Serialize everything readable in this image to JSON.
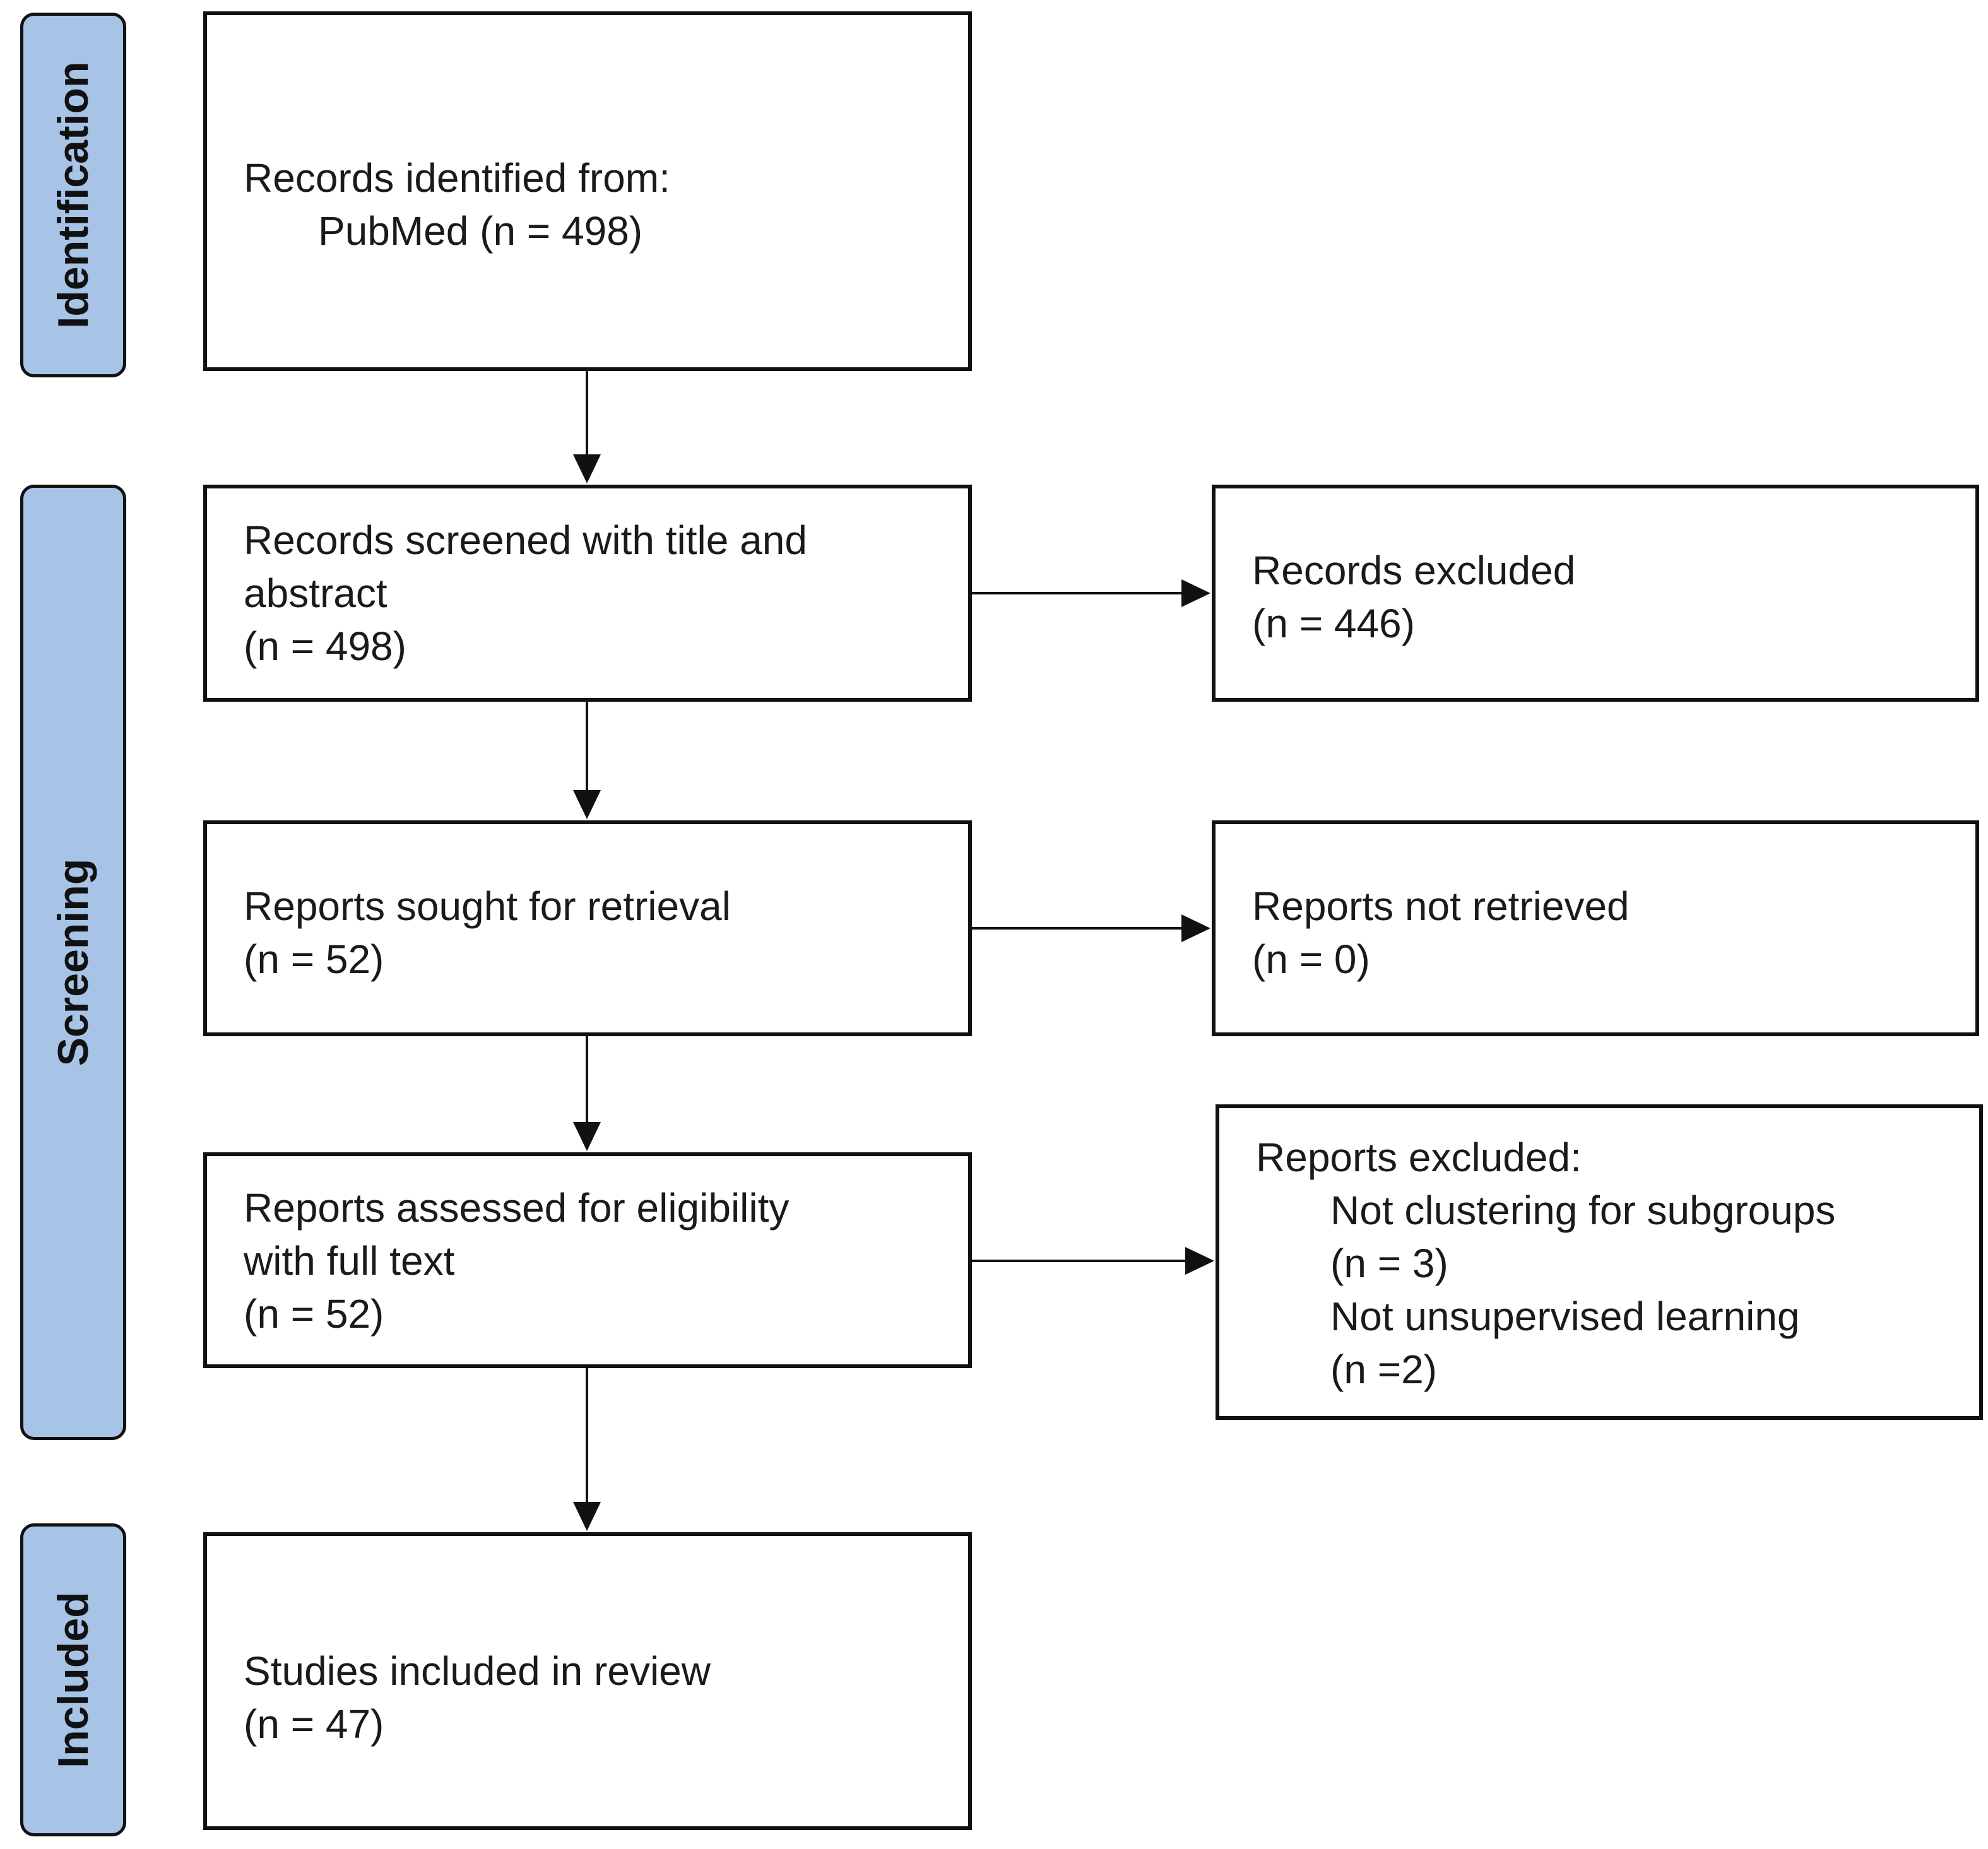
{
  "phases": {
    "identification": "Identification",
    "screening": "Screening",
    "included": "Included"
  },
  "boxes": {
    "identified": {
      "line1": "Records identified from:",
      "line2": "PubMed (n = 498)"
    },
    "screened": {
      "line1": "Records screened with title and",
      "line2": "abstract",
      "line3": "(n = 498)"
    },
    "records_excluded": {
      "line1": "Records excluded",
      "line2": "(n = 446)"
    },
    "sought": {
      "line1": "Reports sought for retrieval",
      "line2": "(n = 52)"
    },
    "not_retrieved": {
      "line1": "Reports not retrieved",
      "line2": "(n = 0)"
    },
    "assessed": {
      "line1": "Reports assessed for eligibility",
      "line2": "with full text",
      "line3": "(n = 52)"
    },
    "reports_excluded": {
      "line1": "Reports excluded:",
      "reason1": "Not clustering for subgroups",
      "reason1_n": "(n = 3)",
      "reason2": "Not unsupervised learning",
      "reason2_n": "(n =2)"
    },
    "included": {
      "line1": "Studies included in review",
      "line2": "(n = 47)"
    }
  }
}
